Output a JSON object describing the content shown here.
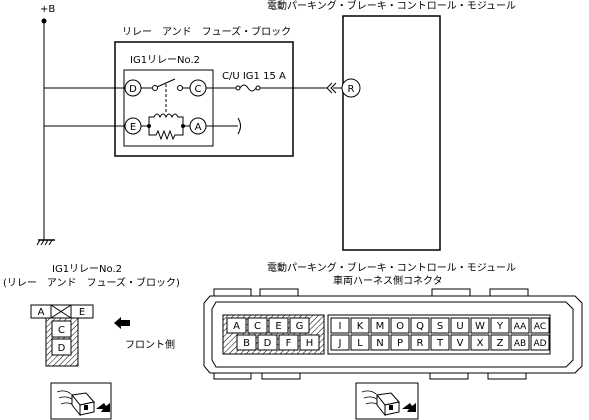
{
  "power": {
    "label": "+B"
  },
  "relay_block": {
    "title": "リレー　アンド　フューズ・ブロック",
    "relay_name": "IG1リレーNo.2",
    "fuse_label": "C/U IG1 15 A",
    "terminals": {
      "D": "D",
      "C": "C",
      "E": "E",
      "A": "A"
    }
  },
  "module": {
    "title": "電動パーキング・ブレーキ・コントロール・モジュール",
    "terminal": "R"
  },
  "relay_connector": {
    "title_line1": "IG1リレーNo.2",
    "title_line2": "(リレー　アンド　フューズ・ブロック)",
    "pins": {
      "A": "A",
      "E": "E",
      "C": "C",
      "D": "D"
    },
    "front_label": "フロント側"
  },
  "module_connector": {
    "title_line1": "電動パーキング・ブレーキ・コントロール・モジュール",
    "title_line2": "車両ハーネス側コネクタ",
    "left_top": [
      "A",
      "C",
      "E",
      "G"
    ],
    "left_bottom": [
      "B",
      "D",
      "F",
      "H"
    ],
    "right_top": [
      "I",
      "K",
      "M",
      "O",
      "Q",
      "S",
      "U",
      "W",
      "Y",
      "AA",
      "AC"
    ],
    "right_bottom": [
      "J",
      "L",
      "N",
      "P",
      "R",
      "T",
      "V",
      "X",
      "Z",
      "AB",
      "AD"
    ]
  }
}
